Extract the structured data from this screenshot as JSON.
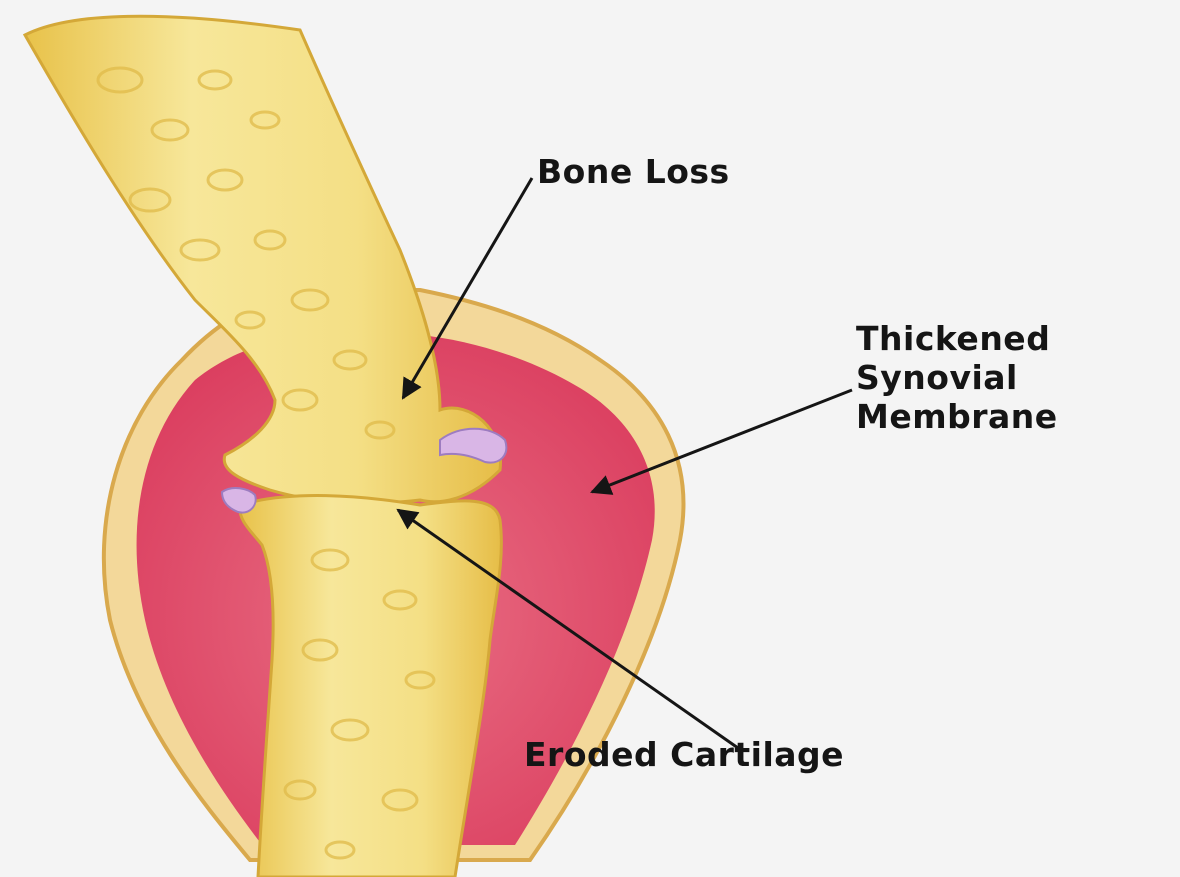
{
  "labels": {
    "bone_loss": "Bone Loss",
    "synovial_membrane": [
      "Thickened",
      "Synovial",
      "Membrane"
    ],
    "eroded_cartilage": "Eroded Cartilage"
  },
  "colors": {
    "background": "#f4f4f4",
    "bone": "#f2dc7a",
    "bone_shadow": "#e1ba3e",
    "synovium": "#e04a68",
    "capsule": "#f3d89a",
    "cartilage": "#d9b6e6",
    "text": "#151515"
  }
}
